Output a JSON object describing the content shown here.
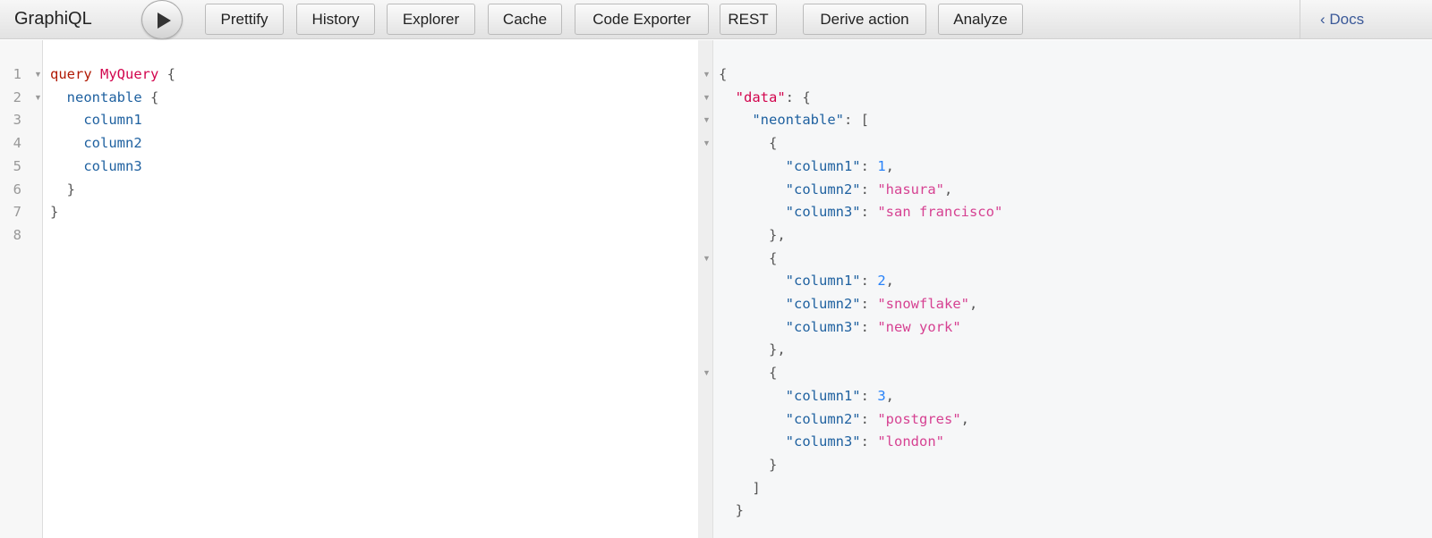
{
  "app": {
    "title": "GraphiQL",
    "docs_label": "Docs"
  },
  "toolbar": {
    "buttons": [
      "Prettify",
      "History",
      "Explorer",
      "Cache",
      "Code Exporter",
      "REST",
      "Derive action",
      "Analyze"
    ]
  },
  "colors": {
    "keyword": "#b11a04",
    "def": "#d2054e",
    "property": "#1f61a0",
    "string": "#d64292",
    "number": "#2882f9"
  },
  "query_editor": {
    "line_numbers": [
      "1",
      "2",
      "3",
      "4",
      "5",
      "6",
      "7",
      "8"
    ],
    "lines": [
      [
        [
          "kw",
          "query "
        ],
        [
          "def",
          "MyQuery"
        ],
        [
          "punc",
          " {"
        ]
      ],
      [
        [
          "punc",
          "  "
        ],
        [
          "prop",
          "neontable"
        ],
        [
          "punc",
          " {"
        ]
      ],
      [
        [
          "prop",
          "    column1"
        ]
      ],
      [
        [
          "prop",
          "    column2"
        ]
      ],
      [
        [
          "prop",
          "    column3"
        ]
      ],
      [
        [
          "punc",
          "  }"
        ]
      ],
      [
        [
          "punc",
          "}"
        ]
      ],
      []
    ]
  },
  "result_viewer": {
    "lines": [
      [
        [
          "punc",
          "{"
        ]
      ],
      [
        [
          "punc",
          "  "
        ],
        [
          "dkey",
          "\"data\""
        ],
        [
          "punc",
          ": {"
        ]
      ],
      [
        [
          "punc",
          "    "
        ],
        [
          "key",
          "\"neontable\""
        ],
        [
          "punc",
          ": ["
        ]
      ],
      [
        [
          "punc",
          "      {"
        ]
      ],
      [
        [
          "punc",
          "        "
        ],
        [
          "key",
          "\"column1\""
        ],
        [
          "punc",
          ": "
        ],
        [
          "num",
          "1"
        ],
        [
          "punc",
          ","
        ]
      ],
      [
        [
          "punc",
          "        "
        ],
        [
          "key",
          "\"column2\""
        ],
        [
          "punc",
          ": "
        ],
        [
          "str",
          "\"hasura\""
        ],
        [
          "punc",
          ","
        ]
      ],
      [
        [
          "punc",
          "        "
        ],
        [
          "key",
          "\"column3\""
        ],
        [
          "punc",
          ": "
        ],
        [
          "str",
          "\"san francisco\""
        ]
      ],
      [
        [
          "punc",
          "      },"
        ]
      ],
      [
        [
          "punc",
          "      {"
        ]
      ],
      [
        [
          "punc",
          "        "
        ],
        [
          "key",
          "\"column1\""
        ],
        [
          "punc",
          ": "
        ],
        [
          "num",
          "2"
        ],
        [
          "punc",
          ","
        ]
      ],
      [
        [
          "punc",
          "        "
        ],
        [
          "key",
          "\"column2\""
        ],
        [
          "punc",
          ": "
        ],
        [
          "str",
          "\"snowflake\""
        ],
        [
          "punc",
          ","
        ]
      ],
      [
        [
          "punc",
          "        "
        ],
        [
          "key",
          "\"column3\""
        ],
        [
          "punc",
          ": "
        ],
        [
          "str",
          "\"new york\""
        ]
      ],
      [
        [
          "punc",
          "      },"
        ]
      ],
      [
        [
          "punc",
          "      {"
        ]
      ],
      [
        [
          "punc",
          "        "
        ],
        [
          "key",
          "\"column1\""
        ],
        [
          "punc",
          ": "
        ],
        [
          "num",
          "3"
        ],
        [
          "punc",
          ","
        ]
      ],
      [
        [
          "punc",
          "        "
        ],
        [
          "key",
          "\"column2\""
        ],
        [
          "punc",
          ": "
        ],
        [
          "str",
          "\"postgres\""
        ],
        [
          "punc",
          ","
        ]
      ],
      [
        [
          "punc",
          "        "
        ],
        [
          "key",
          "\"column3\""
        ],
        [
          "punc",
          ": "
        ],
        [
          "str",
          "\"london\""
        ]
      ],
      [
        [
          "punc",
          "      }"
        ]
      ],
      [
        [
          "punc",
          "    ]"
        ]
      ],
      [
        [
          "punc",
          "  }"
        ]
      ]
    ]
  }
}
